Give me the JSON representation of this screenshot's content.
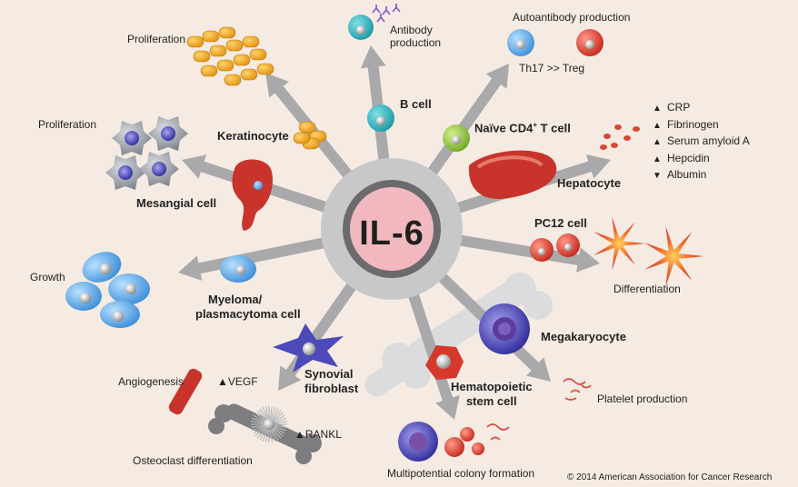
{
  "center": {
    "label": "IL-6"
  },
  "targets": {
    "keratinocyte": {
      "cell": "Keratinocyte",
      "effect": "Proliferation"
    },
    "b_cell": {
      "cell": "B cell",
      "effect_line1": "Antibody",
      "effect_line2": "production"
    },
    "naive_t": {
      "cell": "Naïve CD4",
      "cell_sup": "+",
      "cell_suffix": " T cell",
      "effect": "Autoantibody production",
      "ratio": "Th17 >> Treg"
    },
    "hepatocyte": {
      "cell": "Hepatocyte",
      "proteins": [
        {
          "symbol": "▲",
          "name": "CRP"
        },
        {
          "symbol": "▲",
          "name": "Fibrinogen"
        },
        {
          "symbol": "▲",
          "name": "Serum amyloid A"
        },
        {
          "symbol": "▲",
          "name": "Hepcidin"
        },
        {
          "symbol": "▼",
          "name": "Albumin"
        }
      ]
    },
    "pc12": {
      "cell": "PC12 cell",
      "effect": "Differentiation"
    },
    "megakaryocyte": {
      "cell": "Megakaryocyte",
      "effect": "Platelet production"
    },
    "hsc": {
      "cell_line1": "Hematopoietic",
      "cell_line2": "stem cell",
      "effect": "Multipotential colony formation"
    },
    "synovial": {
      "cell_line1": "Synovial",
      "cell_line2": "fibroblast",
      "effect1": "Angiogenesis",
      "marker1": "▲VEGF",
      "effect2": "Osteoclast differentiation",
      "marker2": "▲RANKL"
    },
    "myeloma": {
      "cell_line1": "Myeloma/",
      "cell_line2": "plasmacytoma cell",
      "effect": "Growth"
    },
    "mesangial": {
      "cell": "Mesangial cell",
      "effect": "Proliferation"
    }
  },
  "copyright": "© 2014  American Association for Cancer Research",
  "colors": {
    "background": "#f6ebe3",
    "arrow": "#a9a9ab",
    "center_halo": "#c8c8ca",
    "center_ring": "#6b6b6e",
    "center_core": "#f2b8bf"
  }
}
